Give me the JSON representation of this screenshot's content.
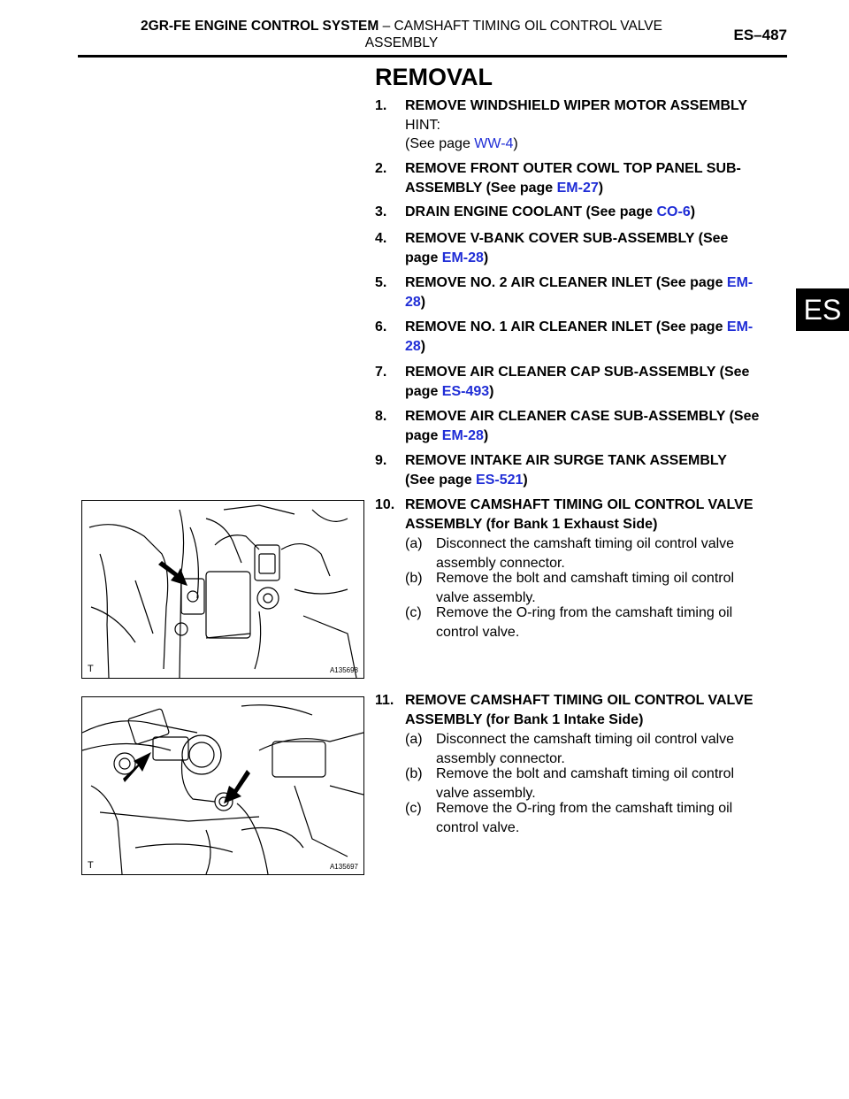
{
  "header": {
    "section": "2GR-FE ENGINE CONTROL SYSTEM",
    "separator": " – ",
    "subject_line1": "CAMSHAFT TIMING OIL CONTROL VALVE",
    "subject_line2": "ASSEMBLY",
    "page_code": "ES–487"
  },
  "tab_label": "ES",
  "title": "REMOVAL",
  "steps": {
    "s1": {
      "num": "1.",
      "text": "REMOVE WINDSHIELD WIPER MOTOR ASSEMBLY",
      "hint": "HINT:",
      "see_pre": "(See page ",
      "link": "WW-4",
      "see_post": ")"
    },
    "s2": {
      "num": "2.",
      "text_a": "REMOVE FRONT OUTER COWL TOP PANEL SUB-",
      "text_b": "ASSEMBLY (See page ",
      "link": "EM-27",
      "post": ")"
    },
    "s3": {
      "num": "3.",
      "text": "DRAIN ENGINE COOLANT (See page ",
      "link": "CO-6",
      "post": ")"
    },
    "s4": {
      "num": "4.",
      "text_a": "REMOVE V-BANK COVER SUB-ASSEMBLY (See",
      "text_b": "page ",
      "link": "EM-28",
      "post": ")"
    },
    "s5": {
      "num": "5.",
      "text": "REMOVE NO. 2 AIR CLEANER INLET (See page ",
      "link_a": "EM-",
      "link_b": "28",
      "post": ")"
    },
    "s6": {
      "num": "6.",
      "text": "REMOVE NO. 1 AIR CLEANER INLET (See page ",
      "link_a": "EM-",
      "link_b": "28",
      "post": ")"
    },
    "s7": {
      "num": "7.",
      "text_a": "REMOVE AIR CLEANER CAP SUB-ASSEMBLY (See",
      "text_b": "page ",
      "link": "ES-493",
      "post": ")"
    },
    "s8": {
      "num": "8.",
      "text_a": "REMOVE AIR CLEANER CASE SUB-ASSEMBLY (See",
      "text_b": "page ",
      "link": "EM-28",
      "post": ")"
    },
    "s9": {
      "num": "9.",
      "text_a": "REMOVE INTAKE AIR SURGE TANK ASSEMBLY",
      "text_b": "(See page ",
      "link": "ES-521",
      "post": ")"
    },
    "s10": {
      "num": "10.",
      "text_a": "REMOVE CAMSHAFT TIMING OIL CONTROL VALVE",
      "text_b": "ASSEMBLY (for Bank 1 Exhaust Side)",
      "subs": [
        {
          "label": "(a)",
          "a": "Disconnect the camshaft timing oil control valve",
          "b": "assembly connector."
        },
        {
          "label": "(b)",
          "a": "Remove the bolt and camshaft timing oil control",
          "b": "valve assembly."
        },
        {
          "label": "(c)",
          "a": "Remove the O-ring from the camshaft timing oil",
          "b": "control valve."
        }
      ]
    },
    "s11": {
      "num": "11.",
      "text_a": "REMOVE CAMSHAFT TIMING OIL CONTROL VALVE",
      "text_b": "ASSEMBLY (for Bank 1 Intake Side)",
      "subs": [
        {
          "label": "(a)",
          "a": "Disconnect the camshaft timing oil control valve",
          "b": "assembly connector."
        },
        {
          "label": "(b)",
          "a": "Remove the bolt and camshaft timing oil control",
          "b": "valve assembly."
        },
        {
          "label": "(c)",
          "a": "Remove the O-ring from the camshaft timing oil",
          "b": "control valve."
        }
      ]
    }
  },
  "figures": {
    "fig1": {
      "id": "A135698",
      "t": "T"
    },
    "fig2": {
      "id": "A135697",
      "t": "T"
    }
  }
}
